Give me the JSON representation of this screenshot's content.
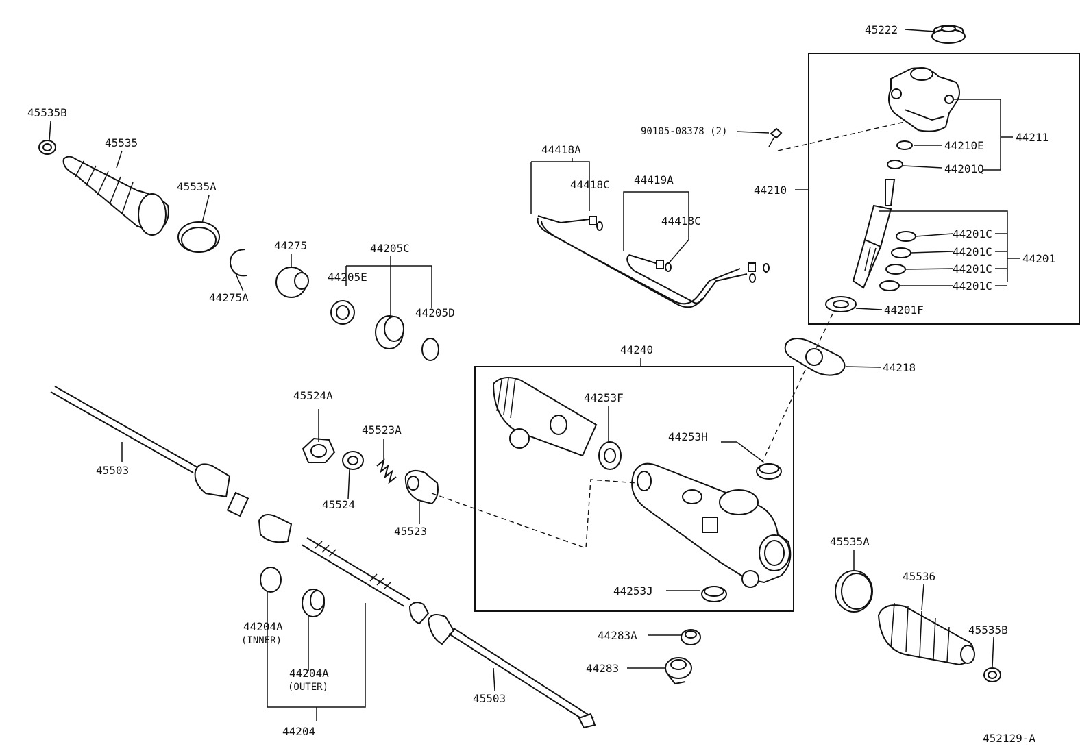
{
  "diagram_id": "452129-A",
  "labels": {
    "p45222": "45222",
    "p90105": "90105-08378 (2)",
    "p44211": "44211",
    "p44210E": "44210E",
    "p44201Q": "44201Q",
    "p44210": "44210",
    "p44201C_1": "44201C",
    "p44201C_2": "44201C",
    "p44201C_3": "44201C",
    "p44201C_4": "44201C",
    "p44201": "44201",
    "p44201F": "44201F",
    "p44218": "44218",
    "p45535B_l": "45535B",
    "p45535_l": "45535",
    "p45535A_l": "45535A",
    "p44275": "44275",
    "p44275A": "44275A",
    "p44205C": "44205C",
    "p44205E": "44205E",
    "p44205D": "44205D",
    "p44418A": "44418A",
    "p44418C_1": "44418C",
    "p44419A": "44419A",
    "p44418C_2": "44418C",
    "p44240": "44240",
    "p44253F": "44253F",
    "p44253H": "44253H",
    "p44253J": "44253J",
    "p45524A": "45524A",
    "p45523A": "45523A",
    "p45524": "45524",
    "p45523": "45523",
    "p45503_l": "45503",
    "p45503_r": "45503",
    "p44204A_inner": "44204A",
    "p44204A_inner_note": "(INNER)",
    "p44204A_outer": "44204A",
    "p44204A_outer_note": "(OUTER)",
    "p44204": "44204",
    "p44283A": "44283A",
    "p44283": "44283",
    "p45535A_r": "45535A",
    "p45536": "45536",
    "p45535B_r": "45535B",
    "footer_id": "452129-A"
  }
}
